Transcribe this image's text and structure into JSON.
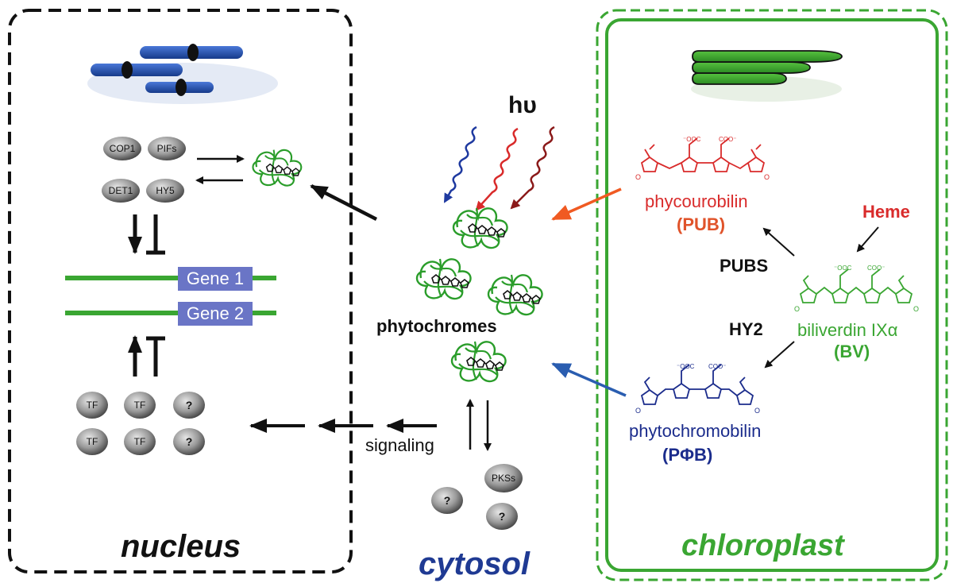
{
  "regions": {
    "nucleus": "nucleus",
    "cytosol": "cytosol",
    "chloroplast": "chloroplast"
  },
  "light": "hυ",
  "phytochromes_label": "phytochromes",
  "signaling_label": "signaling",
  "genes": [
    "Gene 1",
    "Gene 2"
  ],
  "nuclear_proteins": {
    "cop1": "COP1",
    "pifs": "PIFs",
    "det1": "DET1",
    "hy5": "HY5"
  },
  "transcription_factors": [
    "TF",
    "TF",
    "?",
    "TF",
    "TF",
    "?"
  ],
  "cytosol_proteins": [
    "PKSs",
    "?",
    "?"
  ],
  "chromophores": {
    "pub_name": "phycourobilin",
    "pub_abbr": "(PUB)",
    "bv_name": "biliverdin IXα",
    "bv_abbr": "(BV)",
    "pfb_name": "phytochromobilin",
    "pfb_abbr": "(PΦB)"
  },
  "enzymes": {
    "pubs": "PUBS",
    "hy2": "HY2"
  },
  "heme": "Heme",
  "colors": {
    "nucleus_border": "#111111",
    "chloroplast_border": "#3aa632",
    "chromosome": "#1f4fb0",
    "dna_line": "#3aa632",
    "gene_box": "#6a75c6",
    "red_light": "#d92b2b",
    "darkred_light": "#8b1a1a",
    "blue_light": "#1f3aa0",
    "pub_arrow": "#f05a22",
    "pfb_arrow": "#2a5db0",
    "cytosol_text": "#1f3a93"
  }
}
